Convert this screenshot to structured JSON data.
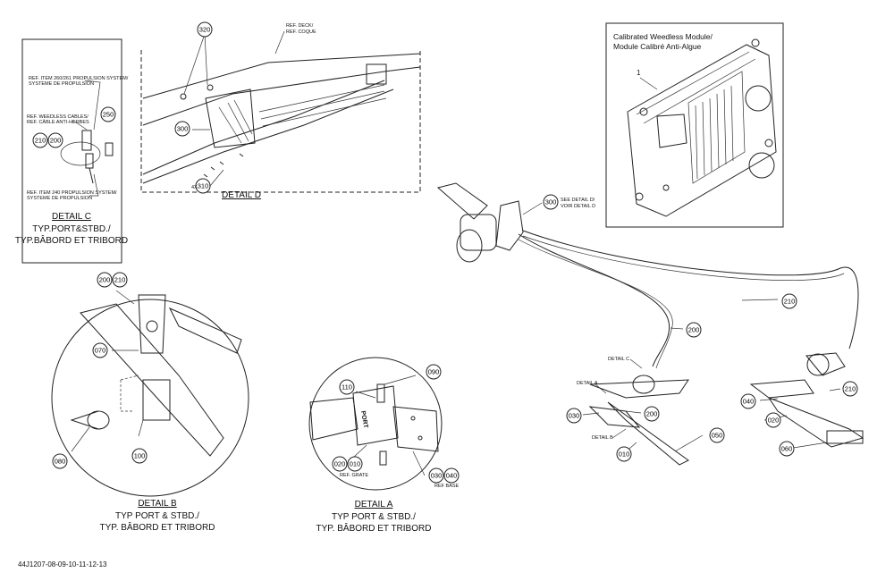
{
  "balloons": {
    "b320": "320",
    "b300": "300",
    "b310": "310",
    "b250": "250",
    "b210": "210",
    "b200": "200",
    "b200b": "200",
    "b210b": "210",
    "b070": "070",
    "b080": "080",
    "b100": "100",
    "b110": "110",
    "b090": "090",
    "b020": "020",
    "b010": "010",
    "b030": "030",
    "b040": "040",
    "b300r": "300",
    "b200r": "200",
    "b210r": "210",
    "b030r": "030",
    "b200r2": "200",
    "b010r": "010",
    "b050r": "050",
    "b040r": "040",
    "b210r2": "210",
    "b020r": "020",
    "b060r": "060",
    "qty_310": "4X"
  },
  "module": {
    "title_line1": "Calibrated Weedless Module/",
    "title_line2": "Module Calibré Anti-Algue",
    "item": "1"
  },
  "detail_d": {
    "ref1": "REF. DECK/",
    "ref2": "REF. COQUE",
    "caption": "DETAIL D"
  },
  "detail_c": {
    "ref_a1": "REF. ITEM 260/261 PROPULSION SYSTEM/",
    "ref_a2": "SYSTEME DE PROPULSION",
    "ref_b1": "REF. WEEDLESS CABLES/",
    "ref_b2": "REF. CÂBLE ANTI-HERBES",
    "ref_c1": "REF. ITEM 240 PROPULSION SYSTEM/",
    "ref_c2": "SYSTEME DE PROPULSION",
    "caption": "DETAIL C",
    "line2": "TYP.PORT&STBD./",
    "line3": "TYP.BÂBORD ET TRIBORD"
  },
  "detail_b": {
    "caption": "DETAIL B",
    "line2": "TYP PORT & STBD./",
    "line3": "TYP. BÂBORD ET TRIBORD"
  },
  "detail_a": {
    "ref_grate": "REF. GRATE",
    "ref_base": "REF BASE",
    "port": "PORT",
    "caption": "DETAIL A",
    "line2": "TYP PORT & STBD./",
    "line3": "TYP. BÂBORD ET TRIBORD"
  },
  "main": {
    "see_d1": "SEE DETAIL D/",
    "see_d2": "VOIR DETAIL D",
    "det_c": "DETAIL C",
    "det_a": "DETAIL A",
    "det_b": "DETAIL B"
  },
  "footer": {
    "code": "44J1207-08-09-10-11-12-13"
  }
}
